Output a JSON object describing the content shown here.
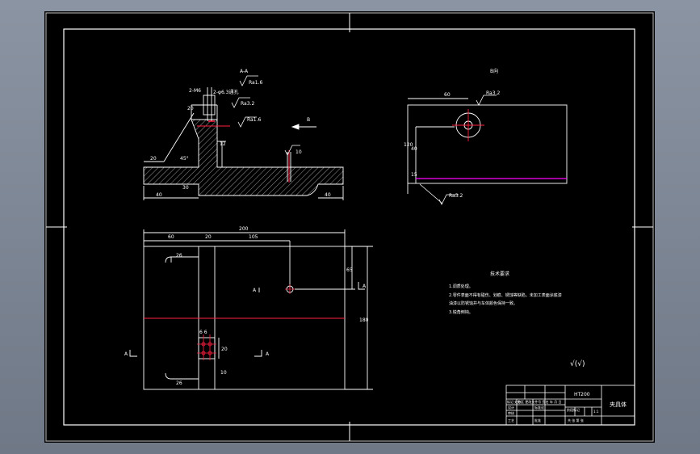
{
  "views": {
    "section_label": "A-A",
    "b_view_title": "B向",
    "b_arrow": "B",
    "a_left": "A",
    "a_right": "A",
    "a_mid": "A",
    "a_bottom_left": "A",
    "a_bottom_mid": "A"
  },
  "roughness": {
    "r1": "Ra1.6",
    "r2": "Ra3.2",
    "r3": "Ra1.6",
    "r4": "Ra3.2",
    "r5": "Ra3.2",
    "general": "√(√)"
  },
  "dims": {
    "d_hole": "2-φ6.3通孔",
    "d_2x": "2-M6",
    "d_20a": "20",
    "d_45": "45°",
    "d_20b": "20",
    "d_40a": "40",
    "d_30": "30",
    "d_40b": "40",
    "d_12": "12",
    "d_slot": "10",
    "d_b60": "60",
    "d_b120": "120",
    "d_b40": "40",
    "d_b15": "15",
    "d_total": "200",
    "d_60": "60",
    "d_20": "20",
    "d_105": "105",
    "d_65": "65",
    "d_180": "180",
    "d_26a": "26",
    "d_26b": "26",
    "d_6": "6  6",
    "d_20v": "20",
    "d_10v": "10"
  },
  "notes": {
    "title": "技术要求",
    "lines": [
      "1.调质处理。",
      "2.零件表面不得有碰伤、划痕、锈蚀等缺陷，未加工表面涂底漆",
      "油漆以防锈蚀并与车体颜色保持一致。",
      "3.锐角倒钝。"
    ]
  },
  "title_block": {
    "name": "夹具体",
    "material": "HT200",
    "left_rows": [
      "标记 处数",
      "设计",
      "审核",
      "工艺"
    ],
    "mid_rows": [
      "分区 更改文件号 签名 年 月 日",
      "标准化",
      "批准"
    ],
    "right_labels": [
      "阶段标记",
      "重量",
      "比例"
    ],
    "scale": "1:1",
    "sheet": "共 张 第 张"
  }
}
